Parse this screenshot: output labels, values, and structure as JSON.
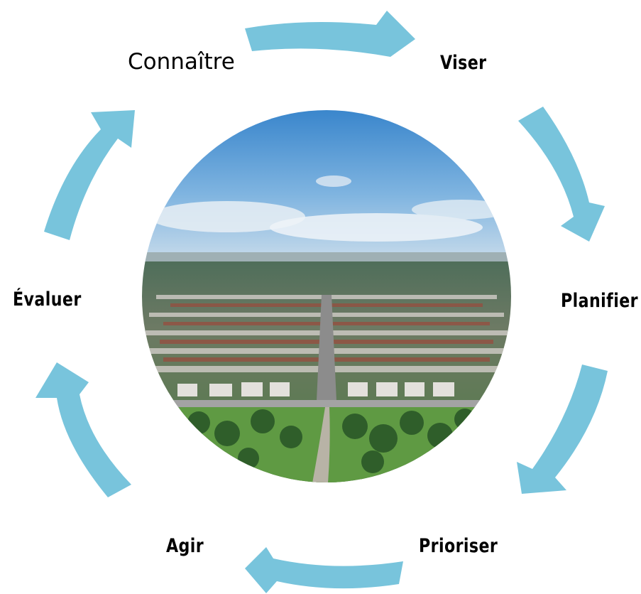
{
  "diagram": {
    "steps": [
      {
        "label": "Connaître",
        "style": "regular"
      },
      {
        "label": "Viser",
        "style": "bold"
      },
      {
        "label": "Planifier",
        "style": "bold"
      },
      {
        "label": "Prioriser",
        "style": "bold"
      },
      {
        "label": "Agir",
        "style": "bold"
      },
      {
        "label": "Évaluer",
        "style": "bold"
      }
    ],
    "arrow_color": "#78c4dc",
    "center_image": "aerial-city-photo"
  }
}
